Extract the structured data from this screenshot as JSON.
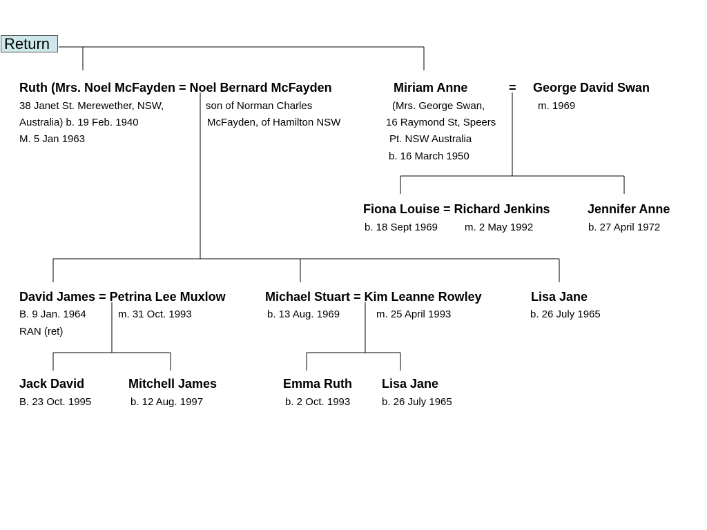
{
  "return_label": "Return",
  "generation1": {
    "couple_left": {
      "name_line": "Ruth (Mrs. Noel McFayden = Noel Bernard McFayden",
      "details_left": [
        "38 Janet St.  Merewether, NSW,",
        "Australia) b. 19 Feb. 1940",
        "M. 5 Jan 1963"
      ],
      "details_right": [
        "son of Norman Charles",
        "McFayden, of Hamilton NSW"
      ]
    },
    "couple_right": {
      "name_left": "Miriam Anne",
      "equals": "=",
      "name_right": "George David Swan",
      "details_left": [
        "(Mrs. George Swan,",
        "16 Raymond St, Speers",
        "Pt. NSW Australia",
        "b. 16 March 1950"
      ],
      "details_right": [
        "m. 1969"
      ]
    }
  },
  "swan_children": {
    "fiona": {
      "name_line": "Fiona Louise = Richard Jenkins",
      "born": "b. 18 Sept 1969",
      "married": "m. 2 May 1992"
    },
    "jennifer": {
      "name": "Jennifer Anne",
      "born": "b. 27 April 1972"
    }
  },
  "mcfayden_children": {
    "david": {
      "name_line": "David James = Petrina Lee Muxlow",
      "born": "B. 9 Jan. 1964",
      "married": "m. 31 Oct. 1993",
      "extra": "RAN (ret)"
    },
    "michael": {
      "name_line": "Michael Stuart = Kim Leanne Rowley",
      "born": "b. 13 Aug. 1969",
      "married": "m. 25 April 1993"
    },
    "lisa": {
      "name": "Lisa Jane",
      "born": "b. 26 July 1965"
    }
  },
  "grandchildren": {
    "jack": {
      "name": "Jack David",
      "born": "B. 23 Oct. 1995"
    },
    "mitchell": {
      "name": "Mitchell James",
      "born": "b. 12 Aug. 1997"
    },
    "emma": {
      "name": "Emma Ruth",
      "born": "b. 2 Oct. 1993"
    },
    "lisa": {
      "name": "Lisa Jane",
      "born": "b. 26 July 1965"
    }
  }
}
